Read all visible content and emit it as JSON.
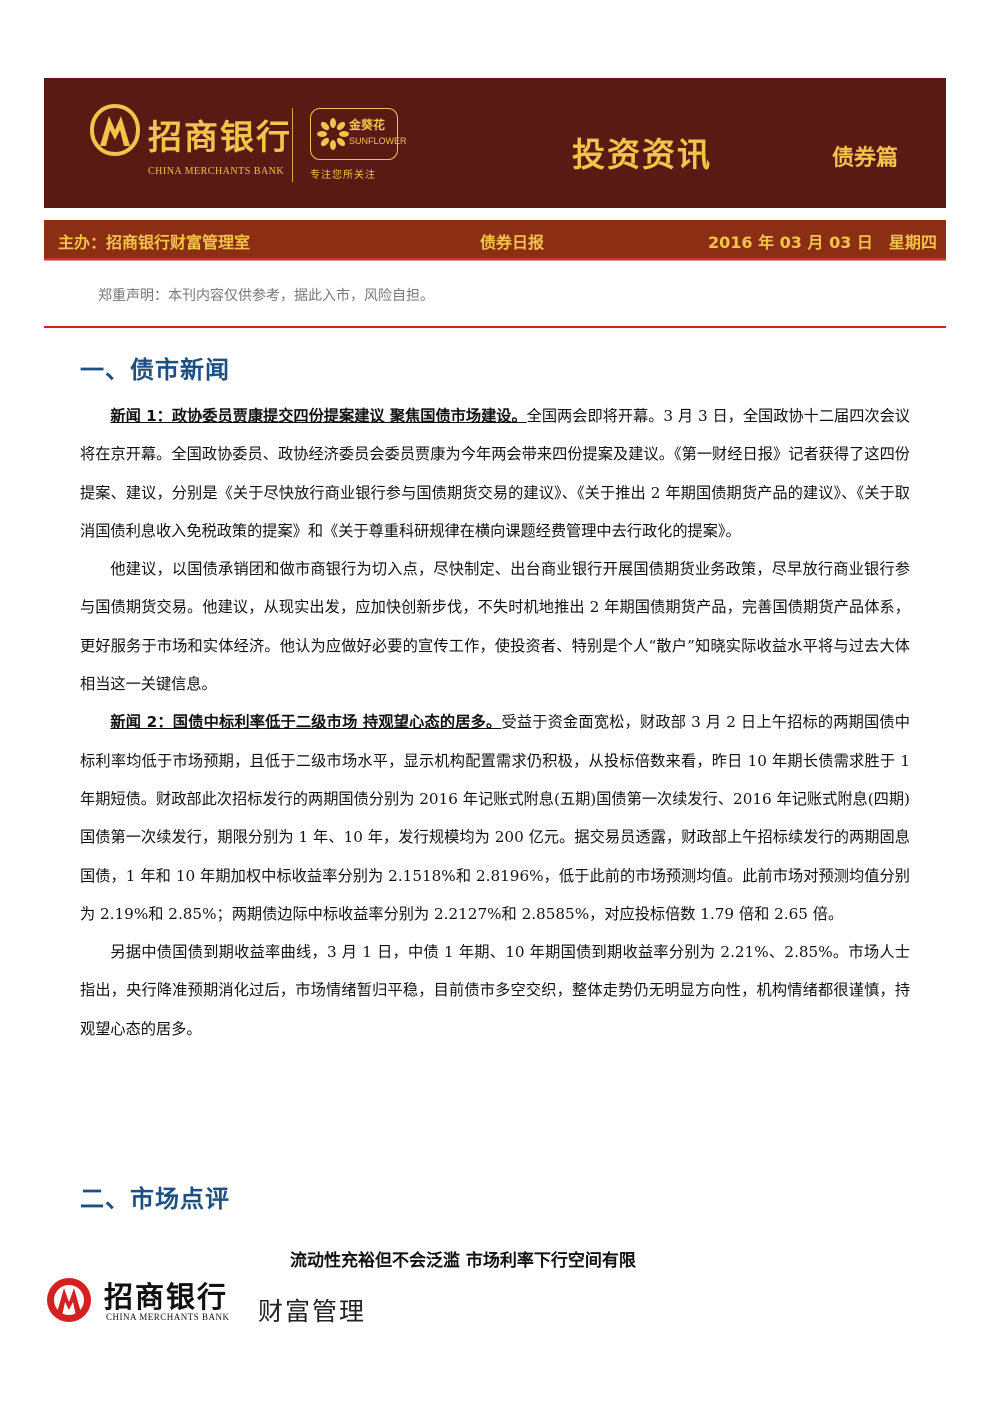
{
  "header": {
    "brand_cn": "招商银行",
    "brand_en": "CHINA MERCHANTS BANK",
    "sunflower_cn": "金葵花",
    "sunflower_en": "SUNFLOWER",
    "sunflower_slogan": "专注您所关注",
    "title": "投资资讯",
    "subtitle": "债券篇"
  },
  "info_bar": {
    "host": "主办：招商银行财富管理室",
    "report_type": "债券日报",
    "date": "2016 年 03 月 03 日　星期四"
  },
  "disclaimer": "郑重声明：本刊内容仅供参考，据此入市，风险自担。",
  "section1": {
    "heading": "一、债市新闻",
    "news1_lead": "新闻 1：政协委员贾康提交四份提案建议 聚焦国债市场建设。",
    "news1_body": "全国两会即将开幕。3 月 3 日，全国政协十二届四次会议将在京开幕。全国政协委员、政协经济委员会委员贾康为今年两会带来四份提案及建议。《第一财经日报》记者获得了这四份提案、建议，分别是《关于尽快放行商业银行参与国债期货交易的建议》、《关于推出 2 年期国债期货产品的建议》、《关于取消国债利息收入免税政策的提案》和《关于尊重科研规律在横向课题经费管理中去行政化的提案》。",
    "para2": "他建议，以国债承销团和做市商银行为切入点，尽快制定、出台商业银行开展国债期货业务政策，尽早放行商业银行参与国债期货交易。他建议，从现实出发，应加快创新步伐，不失时机地推出 2 年期国债期货产品，完善国债期货产品体系，更好服务于市场和实体经济。他认为应做好必要的宣传工作，使投资者、特别是个人“散户”知晓实际收益水平将与过去大体相当这一关键信息。",
    "news2_lead": "新闻 2：国债中标利率低于二级市场 持观望心态的居多。",
    "news2_body": "受益于资金面宽松，财政部 3 月 2 日上午招标的两期国债中标利率均低于市场预期，且低于二级市场水平，显示机构配置需求仍积极，从投标倍数来看，昨日 10 年期长债需求胜于 1 年期短债。财政部此次招标发行的两期国债分别为 2016 年记账式附息(五期)国债第一次续发行、2016 年记账式附息(四期)国债第一次续发行，期限分别为 1 年、10 年，发行规模均为 200 亿元。据交易员透露，财政部上午招标续发行的两期固息国债，1 年和 10 年期加权中标收益率分别为 2.1518%和 2.8196%，低于此前的市场预测均值。此前市场对预测均值分别为 2.19%和 2.85%；两期债边际中标收益率分别为 2.2127%和 2.8585%，对应投标倍数 1.79 倍和 2.65 倍。",
    "para4": "另据中债国债到期收益率曲线，3 月 1 日，中债 1 年期、10 年期国债到期收益率分别为 2.21%、2.85%。市场人士指出，央行降准预期消化过后，市场情绪暂归平稳，目前债市多空交织，整体走势仍无明显方向性，机构情绪都很谨慎，持观望心态的居多。"
  },
  "section2": {
    "heading": "二、市场点评",
    "review_title": "流动性充裕但不会泛滥 市场利率下行空间有限"
  },
  "footer": {
    "brand_cn": "招商银行",
    "brand_en": "CHINA MERCHANTS BANK",
    "wealth": "财富管理"
  },
  "colors": {
    "banner": "#5a1a14",
    "info_bar": "#8b2e13",
    "gold": "#f3c34c",
    "heading_blue": "#1c4f82",
    "rule_red": "#d42020"
  }
}
